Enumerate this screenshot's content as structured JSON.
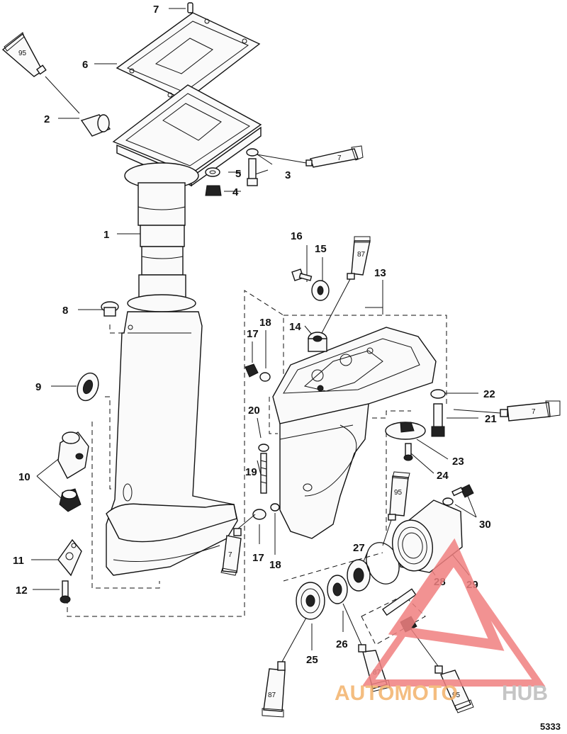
{
  "callouts": {
    "c1": "1",
    "c2": "2",
    "c3": "3",
    "c4": "4",
    "c5": "5",
    "c6": "6",
    "c7": "7",
    "c8": "8",
    "c9": "9",
    "c10": "10",
    "c11": "11",
    "c12": "12",
    "c13": "13",
    "c14": "14",
    "c15": "15",
    "c16": "16",
    "c17a": "17",
    "c17b": "17",
    "c18a": "18",
    "c18b": "18",
    "c19": "19",
    "c20": "20",
    "c21": "21",
    "c22": "22",
    "c23": "23",
    "c24": "24",
    "c25": "25",
    "c26": "26",
    "c27": "27",
    "c28": "28",
    "c29": "29",
    "c30": "30"
  },
  "tubes": {
    "t95_topleft": "95",
    "t7_right_top": "7",
    "t87_mid": "87",
    "t7_right_mid": "7",
    "t95_mid": "95",
    "t7_lower_left": "7",
    "t87_bottom_left": "87",
    "t87_bottom_mid": "87",
    "t95_bottom_right": "95"
  },
  "drawing_number": "5333",
  "watermark": {
    "part1": "AUTOMOTO",
    "part2": "HUB",
    "color_primary": "#f08080",
    "color_secondary": "#bcbcbc",
    "color_accent": "#f3b26b"
  }
}
